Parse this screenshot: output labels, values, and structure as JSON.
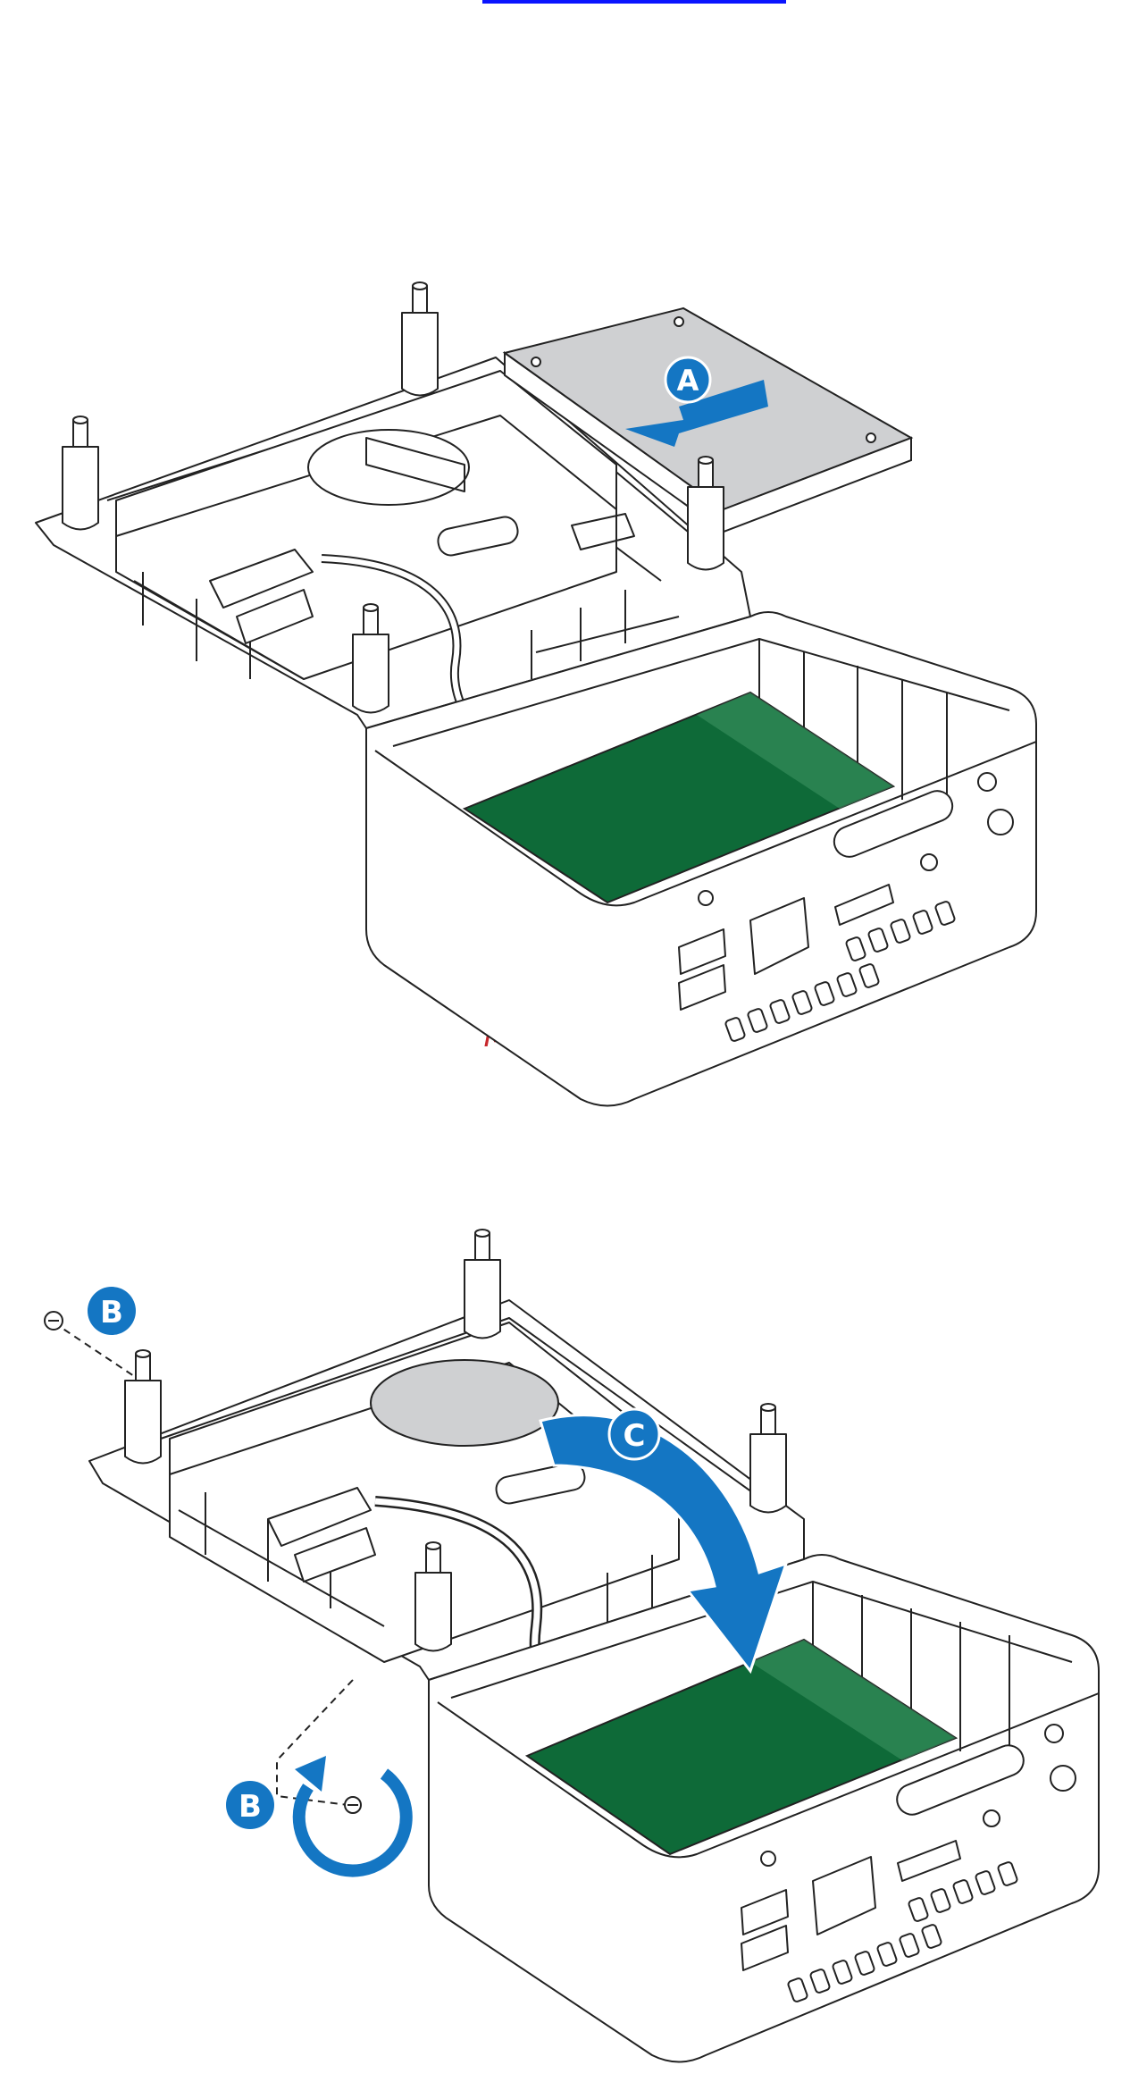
{
  "colors": {
    "link_bar": "#0a14ff",
    "watermark": "#c8282d",
    "arrow_blue": "#1476c3",
    "board_green": "#0e6a38",
    "board_light": "#3f9565",
    "drive_gray": "#cfd0d2",
    "outline": "#222222"
  },
  "watermark": "McGrp.Ru",
  "callouts": {
    "a": "A",
    "b_top": "B",
    "b_bottom": "B",
    "c": "C"
  },
  "icons": [
    "blue-arrow-icon",
    "curved-arrow-icon",
    "rotate-arrow-icon",
    "screw-icon"
  ]
}
